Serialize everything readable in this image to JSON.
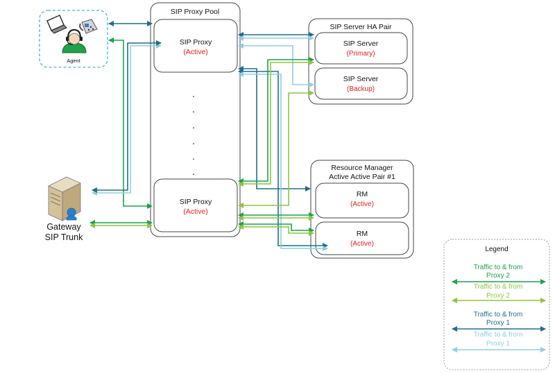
{
  "agent": {
    "label": "Agent"
  },
  "pool": {
    "title": "SIP Proxy Pool",
    "dots": "."
  },
  "proxy_top": {
    "name": "SIP Proxy",
    "status": "(Active)"
  },
  "proxy_bottom": {
    "name": "SIP Proxy",
    "status": "(Active)"
  },
  "ha_pair": {
    "title": "SIP Server HA Pair",
    "primary": {
      "name": "SIP Server",
      "status": "(Primary)"
    },
    "backup": {
      "name": "SIP Server",
      "status": "(Backup)"
    }
  },
  "rm_pair": {
    "title_line1": "Resource Manager",
    "title_line2": "Active Active Pair #1",
    "rm1": {
      "name": "RM",
      "status": "(Active)"
    },
    "rm2": {
      "name": "RM",
      "status": "(Active)"
    }
  },
  "gateway": {
    "line1": "Gateway",
    "line2": "SIP Trunk"
  },
  "legend": {
    "title": "Legend",
    "items": [
      {
        "line1": "Traffic to & from",
        "line2": "Proxy 2",
        "color": "#1aa34a"
      },
      {
        "line1": "Traffic to & from",
        "line2": "Proxy 2",
        "color": "#8cc63f"
      },
      {
        "line1": "Traffic to & from",
        "line2": "Proxy 1",
        "color": "#1f6e8c"
      },
      {
        "line1": "Traffic to & from",
        "line2": "Proxy 1",
        "color": "#8ecfe0"
      }
    ]
  },
  "colors": {
    "proxy2_dark": "#1aa34a",
    "proxy2_light": "#8cc63f",
    "proxy1_dark": "#1f6e8c",
    "proxy1_light": "#8ecfe0",
    "status_red": "#e0201b",
    "agent_border": "#3ab4e6"
  }
}
